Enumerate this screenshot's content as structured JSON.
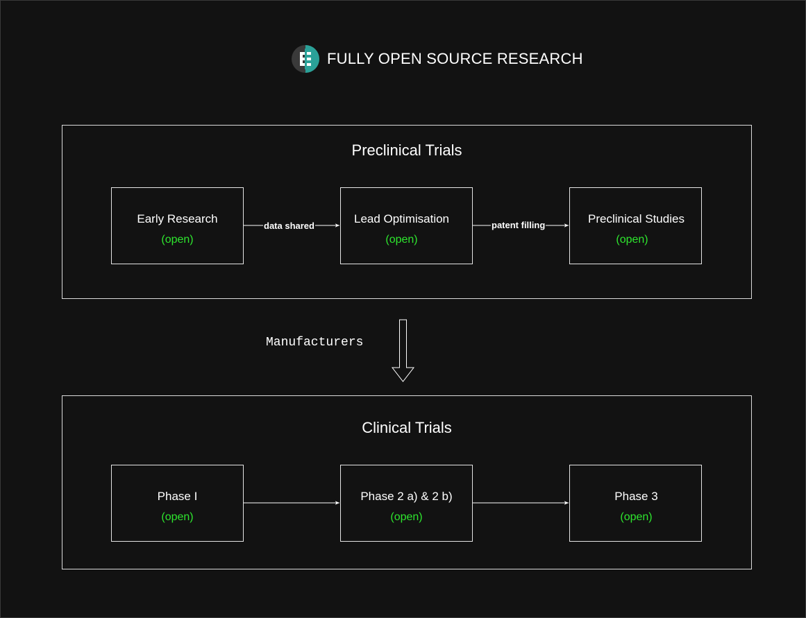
{
  "header": {
    "title": "FULLY OPEN SOURCE RESEARCH",
    "logo_icon": "open-source-logo",
    "logo_color": "#2aa198"
  },
  "preclinical": {
    "title": "Preclinical Trials",
    "nodes": [
      {
        "label": "Early Research",
        "status": "(open)"
      },
      {
        "label": "Lead Optimisation",
        "status": "(open)"
      },
      {
        "label": "Preclinical Studies",
        "status": "(open)"
      }
    ],
    "edges": [
      "data shared",
      "patent filling"
    ]
  },
  "transition": {
    "label": "Manufacturers"
  },
  "clinical": {
    "title": "Clinical Trials",
    "nodes": [
      {
        "label": "Phase I",
        "status": "(open)"
      },
      {
        "label": "Phase 2 a) & 2 b)",
        "status": "(open)"
      },
      {
        "label": "Phase 3",
        "status": "(open)"
      }
    ]
  },
  "colors": {
    "background": "#121212",
    "open_status": "#2ee62e",
    "stroke": "#e6e6e6"
  }
}
